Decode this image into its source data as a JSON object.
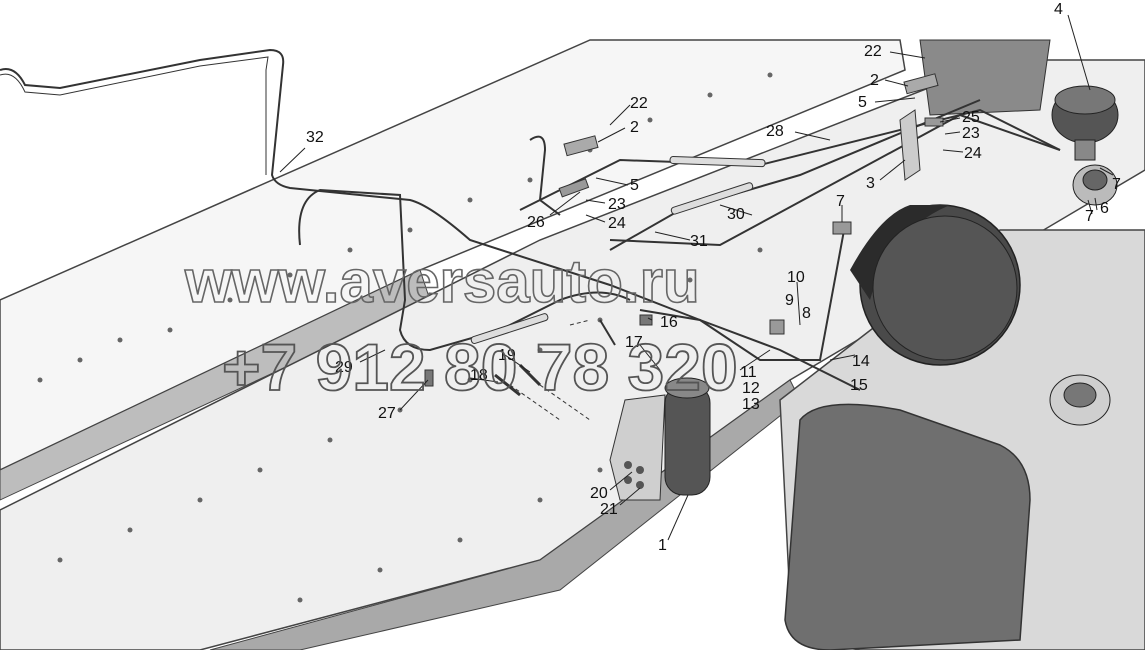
{
  "diagram": {
    "callouts": [
      {
        "id": "c4",
        "text": "4"
      },
      {
        "id": "c22a",
        "text": "22"
      },
      {
        "id": "c2a",
        "text": "2"
      },
      {
        "id": "c5a",
        "text": "5"
      },
      {
        "id": "c25",
        "text": "25"
      },
      {
        "id": "c23a",
        "text": "23"
      },
      {
        "id": "c24a",
        "text": "24"
      },
      {
        "id": "c28",
        "text": "28"
      },
      {
        "id": "c3",
        "text": "3"
      },
      {
        "id": "c22b",
        "text": "22"
      },
      {
        "id": "c2b",
        "text": "2"
      },
      {
        "id": "c32",
        "text": "32"
      },
      {
        "id": "c5b",
        "text": "5"
      },
      {
        "id": "c23b",
        "text": "23"
      },
      {
        "id": "c24b",
        "text": "24"
      },
      {
        "id": "c26",
        "text": "26"
      },
      {
        "id": "c30",
        "text": "30"
      },
      {
        "id": "c31",
        "text": "31"
      },
      {
        "id": "c7a",
        "text": "7"
      },
      {
        "id": "c7b",
        "text": "7"
      },
      {
        "id": "c6",
        "text": "6"
      },
      {
        "id": "c7c",
        "text": "7"
      },
      {
        "id": "c10",
        "text": "10"
      },
      {
        "id": "c9",
        "text": "9"
      },
      {
        "id": "c8",
        "text": "8"
      },
      {
        "id": "c16",
        "text": "16"
      },
      {
        "id": "c17",
        "text": "17"
      },
      {
        "id": "c19",
        "text": "19"
      },
      {
        "id": "c18",
        "text": "18"
      },
      {
        "id": "c29",
        "text": "29"
      },
      {
        "id": "c27",
        "text": "27"
      },
      {
        "id": "c11",
        "text": "11"
      },
      {
        "id": "c12",
        "text": "12"
      },
      {
        "id": "c13",
        "text": "13"
      },
      {
        "id": "c14",
        "text": "14"
      },
      {
        "id": "c15",
        "text": "15"
      },
      {
        "id": "c20",
        "text": "20"
      },
      {
        "id": "c21",
        "text": "21"
      },
      {
        "id": "c1",
        "text": "1"
      }
    ],
    "watermark": {
      "url": "www.aversauto.ru",
      "phone": "+7 912 80 78 320"
    }
  }
}
